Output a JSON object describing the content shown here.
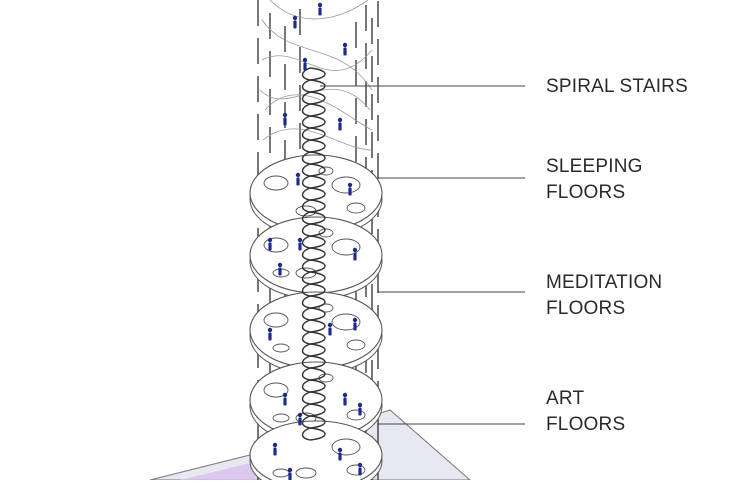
{
  "labels": [
    {
      "id": "spiral-stairs",
      "lines": [
        "SPIRAL STAIRS"
      ]
    },
    {
      "id": "sleeping-floors",
      "lines": [
        "SLEEPING",
        "FLOORS"
      ]
    },
    {
      "id": "meditation-floors",
      "lines": [
        "MEDITATION",
        "FLOORS"
      ]
    },
    {
      "id": "art-floors",
      "lines": [
        "ART",
        "FLOORS"
      ]
    }
  ],
  "colors": {
    "line": "#555555",
    "figure": "#1f2a8a",
    "ground": "#d9d9d9",
    "accent": "#c77be0"
  },
  "icons": [
    "human-figure-icon",
    "spiral-stair-icon"
  ]
}
